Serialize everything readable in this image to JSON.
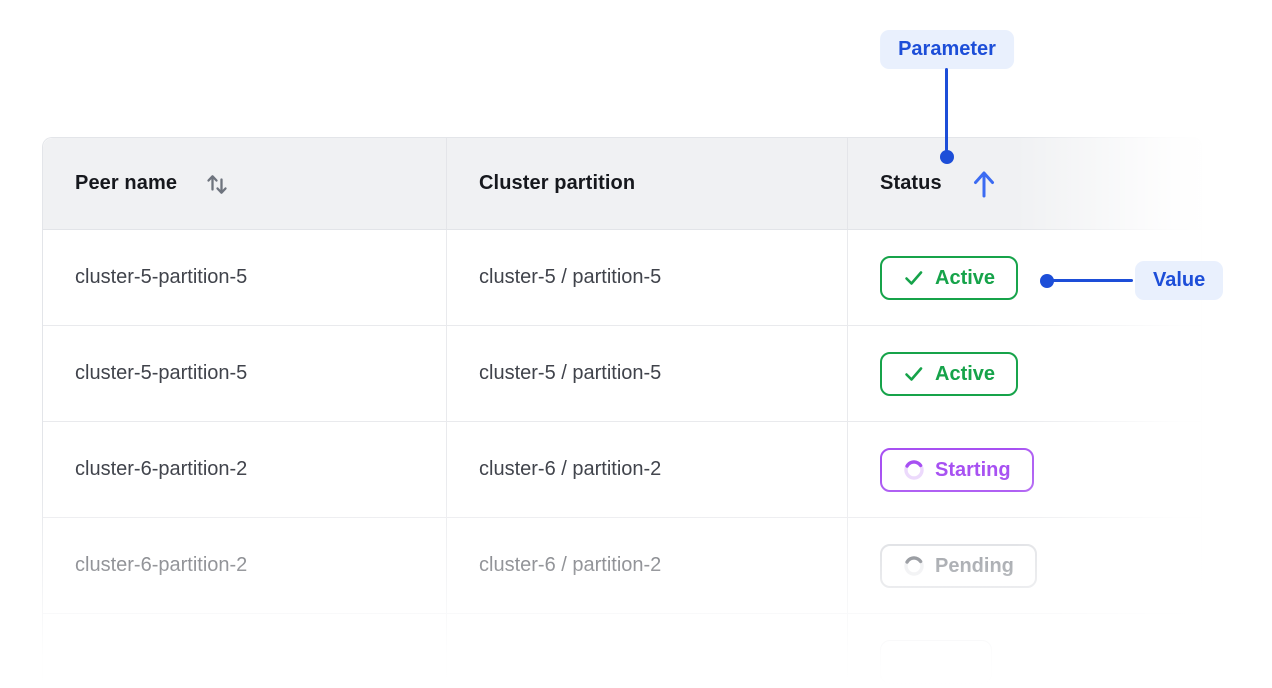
{
  "annotations": {
    "parameter_label": "Parameter",
    "value_label": "Value",
    "accent_color": "#1d4ed8",
    "callout_bg": "#e9f0fd"
  },
  "table": {
    "columns": [
      {
        "label": "Peer name",
        "sort": "sortable"
      },
      {
        "label": "Cluster partition",
        "sort": "none"
      },
      {
        "label": "Status",
        "sort": "ascending"
      }
    ],
    "rows": [
      {
        "peer_name": "cluster-5-partition-5",
        "cluster_partition": "cluster-5 / partition-5",
        "status": "Active",
        "status_kind": "active"
      },
      {
        "peer_name": "cluster-5-partition-5",
        "cluster_partition": "cluster-5 / partition-5",
        "status": "Active",
        "status_kind": "active"
      },
      {
        "peer_name": "cluster-6-partition-2",
        "cluster_partition": "cluster-6 / partition-2",
        "status": "Starting",
        "status_kind": "starting"
      },
      {
        "peer_name": "cluster-6-partition-2",
        "cluster_partition": "cluster-6 / partition-2",
        "status": "Pending",
        "status_kind": "pending"
      },
      {
        "peer_name": "",
        "cluster_partition": "",
        "status": "",
        "status_kind": "partial"
      }
    ],
    "status_colors": {
      "active": "#16a34a",
      "starting": "#a750f2",
      "pending_text": "#71767e",
      "pending_border": "#d3d5da"
    }
  }
}
